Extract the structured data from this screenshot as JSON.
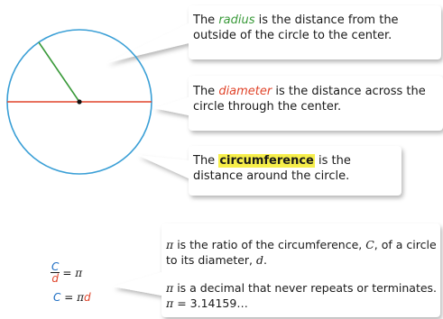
{
  "callouts": {
    "radius": {
      "pre": "The ",
      "term": "radius",
      "post": " is the distance from the outside of the circle to the center."
    },
    "diameter": {
      "pre": "The ",
      "term": "diameter",
      "post": " is the distance across the circle through the center."
    },
    "circumference": {
      "pre": "The ",
      "term": "circumference",
      "post": " is the distance around the circle."
    }
  },
  "pi_box": {
    "line1_pre": " is the ratio of the circumference,",
    "line1_c": "C",
    "line1_mid": ", of a circle to its diameter, ",
    "line1_d": "d",
    "line1_end": ".",
    "line2_pre": " is a decimal that never repeats or terminates. ",
    "line2_value": " = 3.14159…"
  },
  "symbols": {
    "pi": "π",
    "C": "C",
    "d": "d",
    "eq": "="
  },
  "formulas": {
    "ratio": {
      "num": "C",
      "den": "d",
      "rest": "= π"
    },
    "circumference": {
      "c": "C",
      "mid": " = π",
      "d": "d"
    }
  },
  "colors": {
    "circle": "#3a9fd6",
    "radius": "#3a9a3a",
    "diameter": "#e0442a",
    "highlight": "#f6ee4a",
    "C": "#1f6fc4"
  }
}
